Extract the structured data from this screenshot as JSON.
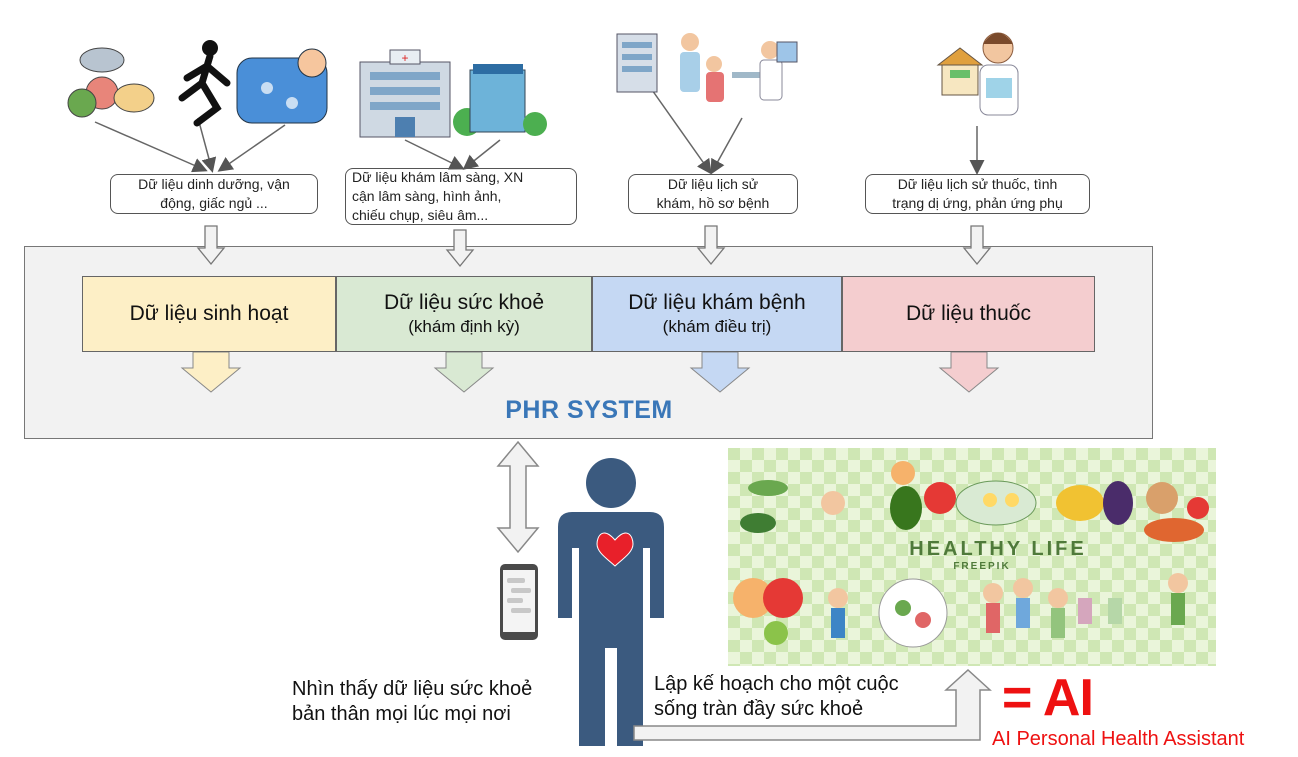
{
  "sources": [
    {
      "lines": [
        "Dữ liệu dinh dưỡng, vận",
        "động, giấc ngủ ..."
      ],
      "color": "#fdf0c8"
    },
    {
      "lines": [
        "Dữ liệu khám lâm sàng, XN",
        "cận lâm sàng, hình ảnh,",
        "chiếu chụp, siêu âm..."
      ],
      "color": "#dfecd8"
    },
    {
      "lines": [
        "Dữ liệu lịch sử",
        "khám, hồ sơ bệnh"
      ],
      "color": "#c6d9f3"
    },
    {
      "lines": [
        "Dữ liệu lịch sử thuốc, tình",
        "trạng dị ứng, phản ứng phụ"
      ],
      "color": "#f5cfd1"
    }
  ],
  "categories": [
    {
      "title": "Dữ liệu sinh hoạt",
      "subtitle": "",
      "color": "#fdefc6"
    },
    {
      "title": "Dữ liệu sức khoẻ",
      "subtitle": "(khám định kỳ)",
      "color": "#d9e9d3"
    },
    {
      "title": "Dữ liệu khám bệnh",
      "subtitle": "(khám điều trị)",
      "color": "#c5d8f3"
    },
    {
      "title": "Dữ liệu thuốc",
      "subtitle": "",
      "color": "#f4cdcf"
    }
  ],
  "system_label": "PHR SYSTEM",
  "captions": {
    "view_line1": "Nhìn thấy dữ liệu sức khoẻ",
    "view_line2": "bản thân mọi lúc mọi nơi",
    "plan_line1": "Lập kế hoạch cho một cuộc",
    "plan_line2": "sống tràn đầy sức khoẻ"
  },
  "poster": {
    "line1": "HEALTHY LIFE",
    "line2": "FREEPIK"
  },
  "ai": {
    "equals": "= AI",
    "subtitle": "AI Personal Health Assistant"
  },
  "colors": {
    "system_label": "#3a77b8",
    "ai": "#ee1111",
    "person": "#3b5a7f",
    "heart": "#e8202a"
  }
}
